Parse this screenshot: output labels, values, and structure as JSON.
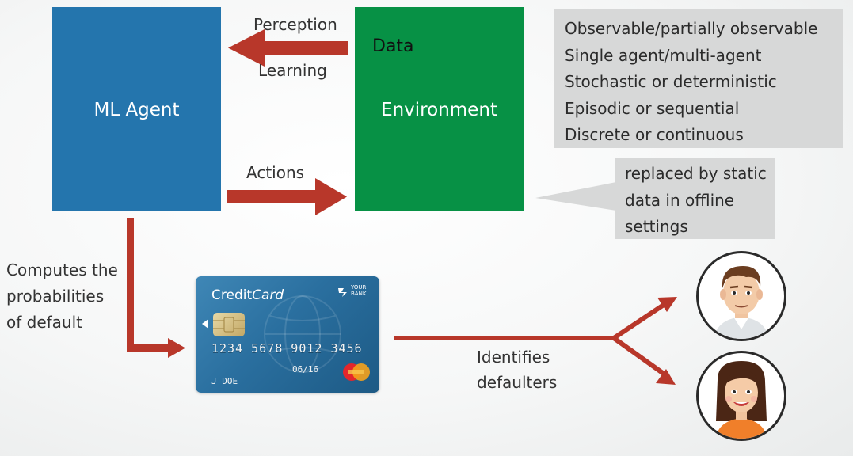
{
  "agent": {
    "label": "ML Agent"
  },
  "environment": {
    "label": "Environment",
    "data_label": "Data"
  },
  "arrows": {
    "perception": "Perception",
    "learning": "Learning",
    "actions": "Actions",
    "computes": [
      "Computes the",
      "probabilities",
      "of default"
    ],
    "identifies": [
      "Identifies",
      "defaulters"
    ]
  },
  "environment_properties": [
    "Observable/partially observable",
    "Single agent/multi-agent",
    "Stochastic or deterministic",
    "Episodic or sequential",
    "Discrete or continuous"
  ],
  "callout": {
    "lines": [
      "replaced by static",
      "data in offline",
      "settings"
    ]
  },
  "credit_card": {
    "brand_plain": "Credit",
    "brand_italic": "Card",
    "bank": [
      "YOUR",
      "BANK"
    ],
    "number": "1234 5678 9012 3456",
    "expiry": "06/16",
    "holder": "J DOE"
  },
  "colors": {
    "agent_box": "#2475ad",
    "environment_box": "#079145",
    "arrow": "#b8372a",
    "panel": "#d7d8d8"
  },
  "icons": [
    "mastercard-logo",
    "chip-icon",
    "male-avatar-icon",
    "female-avatar-icon"
  ]
}
